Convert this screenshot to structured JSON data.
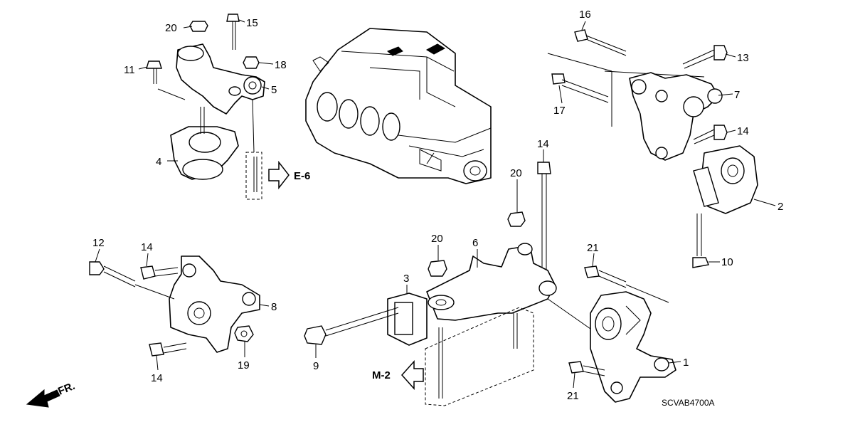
{
  "callouts": [
    {
      "id": "c20a",
      "text": "20"
    },
    {
      "id": "c15",
      "text": "15"
    },
    {
      "id": "c18",
      "text": "18"
    },
    {
      "id": "c11",
      "text": "11"
    },
    {
      "id": "c5",
      "text": "5"
    },
    {
      "id": "c4",
      "text": "4"
    },
    {
      "id": "c16",
      "text": "16"
    },
    {
      "id": "c13",
      "text": "13"
    },
    {
      "id": "c7",
      "text": "7"
    },
    {
      "id": "c17",
      "text": "17"
    },
    {
      "id": "c14a",
      "text": "14"
    },
    {
      "id": "c2",
      "text": "2"
    },
    {
      "id": "c10",
      "text": "10"
    },
    {
      "id": "c14b",
      "text": "14"
    },
    {
      "id": "c20b",
      "text": "20"
    },
    {
      "id": "c12",
      "text": "12"
    },
    {
      "id": "c14c",
      "text": "14"
    },
    {
      "id": "c8",
      "text": "8"
    },
    {
      "id": "c14d",
      "text": "14"
    },
    {
      "id": "c19",
      "text": "19"
    },
    {
      "id": "c20c",
      "text": "20"
    },
    {
      "id": "c6",
      "text": "6"
    },
    {
      "id": "c3",
      "text": "3"
    },
    {
      "id": "c9",
      "text": "9"
    },
    {
      "id": "c21a",
      "text": "21"
    },
    {
      "id": "c1",
      "text": "1"
    },
    {
      "id": "c21b",
      "text": "21"
    }
  ],
  "references": {
    "e6": "E-6",
    "m2": "M-2",
    "front": "FR."
  },
  "diagram_code": "SCVAB4700A",
  "icons": {
    "ref_arrow": "hollow-arrow-icon",
    "front_arrow": "front-direction-icon"
  }
}
